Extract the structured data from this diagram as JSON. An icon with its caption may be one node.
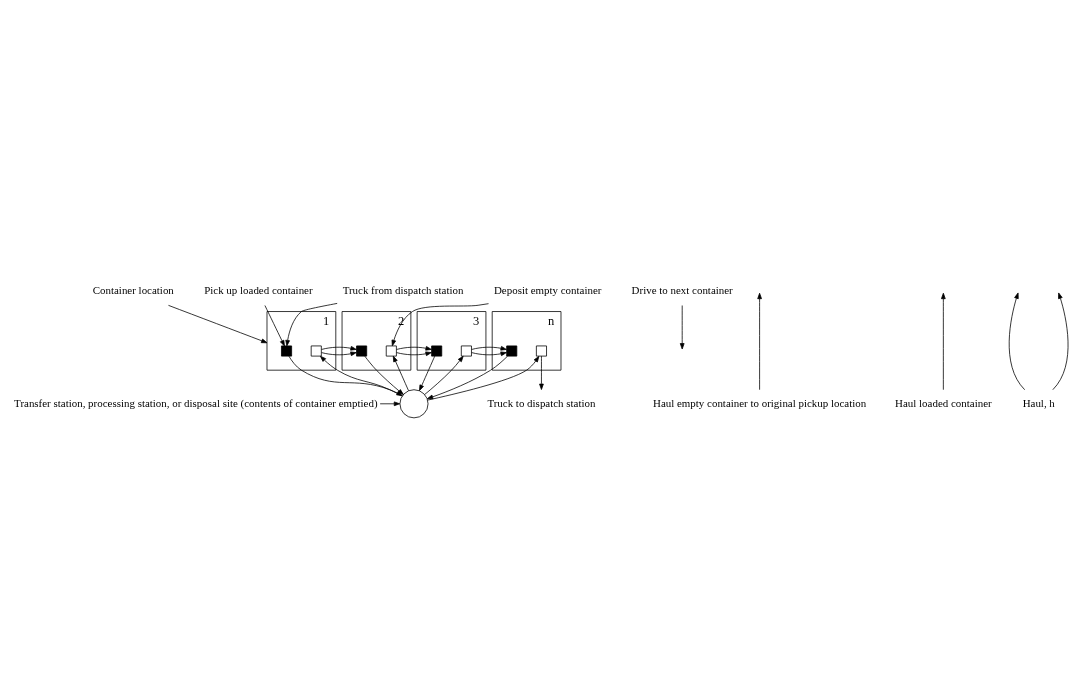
{
  "diagram": {
    "nodes": [
      {
        "text": [
          "Container location"
        ]
      },
      {
        "text": [],
        "shape": "box",
        "beside": [
          "1"
        ]
      },
      {
        "text": [],
        "shape": "box",
        "in": 1
      },
      {
        "text": [],
        "shape": "box",
        "in": 1
      },
      {
        "text": [],
        "shape": "box",
        "beside": [
          "2"
        ]
      },
      {
        "text": [],
        "shape": "box",
        "in": 4
      },
      {
        "text": [],
        "shape": "box",
        "in": 4
      },
      {
        "text": [],
        "shape": "box",
        "beside": [
          "3"
        ]
      },
      {
        "text": [],
        "shape": "box",
        "in": 7
      },
      {
        "text": [],
        "shape": "box",
        "in": 7
      },
      {
        "text": [],
        "shape": "box",
        "beside": [
          "n"
        ]
      },
      {
        "text": [],
        "shape": "box",
        "in": 10
      },
      {
        "text": [],
        "shape": "box",
        "in": 10
      },
      {
        "text": [],
        "shape": "circle"
      },
      {
        "text": [
          "Pick up loaded container"
        ]
      },
      {
        "text": [
          "Deposit empty container"
        ]
      },
      {
        "text": [
          "Drive to next container"
        ]
      },
      {
        "text": [
          "Truck from dispatch station"
        ]
      },
      {
        "text": [
          "Truck to dispatch station"
        ]
      },
      {
        "text": [
          "Haul empty container to original pickup location"
        ]
      },
      {
        "text": [
          "Haul loaded container"
        ]
      },
      {
        "text": [
          "Haul, h"
        ]
      },
      {
        "text": [
          "Transfer station, processing station, or disposal site (contents of container emptied)"
        ]
      }
    ],
    "edges": [
      {
        "from": 0,
        "to": 1,
        "arrow": "to"
      },
      {
        "from": 14,
        "to": 2,
        "arrow": "to"
      },
      {
        "from": 15,
        "to": 6,
        "arrow": "to"
      },
      {
        "from": 16,
        "to": null,
        "arrow": "to"
      },
      {
        "from": 17,
        "to": 2,
        "arrow": "to"
      },
      {
        "from": 2,
        "to": 13,
        "arrow": "to"
      },
      {
        "from": 13,
        "to": 3,
        "arrow": "to"
      },
      {
        "from": 3,
        "to": 5,
        "arrow": "to"
      },
      {
        "from": 5,
        "to": 13,
        "arrow": "to"
      },
      {
        "from": 13,
        "to": 6,
        "arrow": "to"
      },
      {
        "from": 6,
        "to": 8,
        "arrow": "to"
      },
      {
        "from": 8,
        "to": 13,
        "arrow": "to"
      },
      {
        "from": 13,
        "to": 9,
        "arrow": "to"
      },
      {
        "from": 9,
        "to": 11,
        "arrow": "to"
      },
      {
        "from": 11,
        "to": 13,
        "arrow": "to"
      },
      {
        "from": 13,
        "to": 12,
        "arrow": "to"
      },
      {
        "from": 12,
        "to": 18,
        "arrow": "to"
      },
      {
        "from": 19,
        "to": null,
        "arrow": "to"
      },
      {
        "from": 20,
        "to": null,
        "arrow": "to"
      },
      {
        "from": 21,
        "to": null,
        "arrow": "to"
      },
      {
        "from": 21,
        "to": null,
        "arrow": "to"
      },
      {
        "from": 22,
        "to": 13,
        "arrow": "to"
      }
    ]
  }
}
